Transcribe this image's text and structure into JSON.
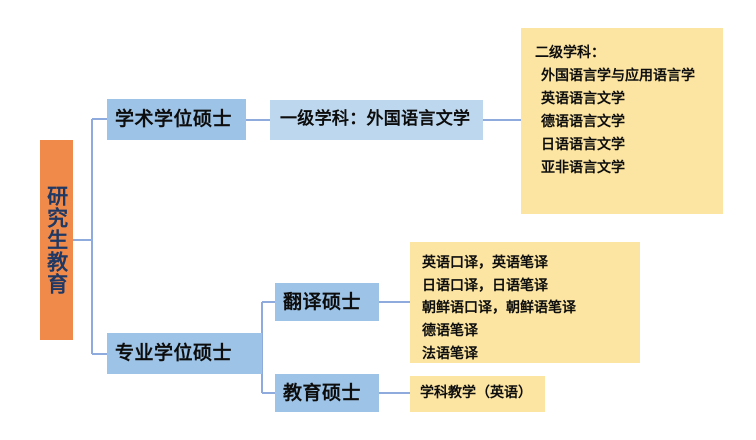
{
  "diagram": {
    "type": "organization-tree",
    "title_text": "研究生教育",
    "colors": {
      "root_fill": "#f08a4b",
      "root_text": "#1f3864",
      "level1_fill": "#9dc3e6",
      "level2_fill": "#bdd7ee",
      "leaf_fill": "#fce5a2",
      "connector": "#8faadc",
      "text": "#0d0d0d",
      "background": "#ffffff"
    }
  },
  "root": {
    "label": "研究生教育"
  },
  "branches": {
    "academic": {
      "label": "学术学位硕士",
      "first_discipline": {
        "label": "一级学科：外国语言文学",
        "second_disciplines": {
          "heading": "二级学科：",
          "items": [
            "外国语言学与应用语言学",
            "英语语言文学",
            "德语语言文学",
            "日语语言文学",
            "亚非语言文学"
          ]
        }
      }
    },
    "professional": {
      "label": "专业学位硕士",
      "children": [
        {
          "label": "翻译硕士",
          "items": [
            "英语口译，英语笔译",
            "日语口译，日语笔译",
            "朝鲜语口译，朝鲜语笔译",
            "德语笔译",
            "法语笔译"
          ]
        },
        {
          "label": "教育硕士",
          "items": [
            "学科教学（英语）"
          ]
        }
      ]
    }
  }
}
